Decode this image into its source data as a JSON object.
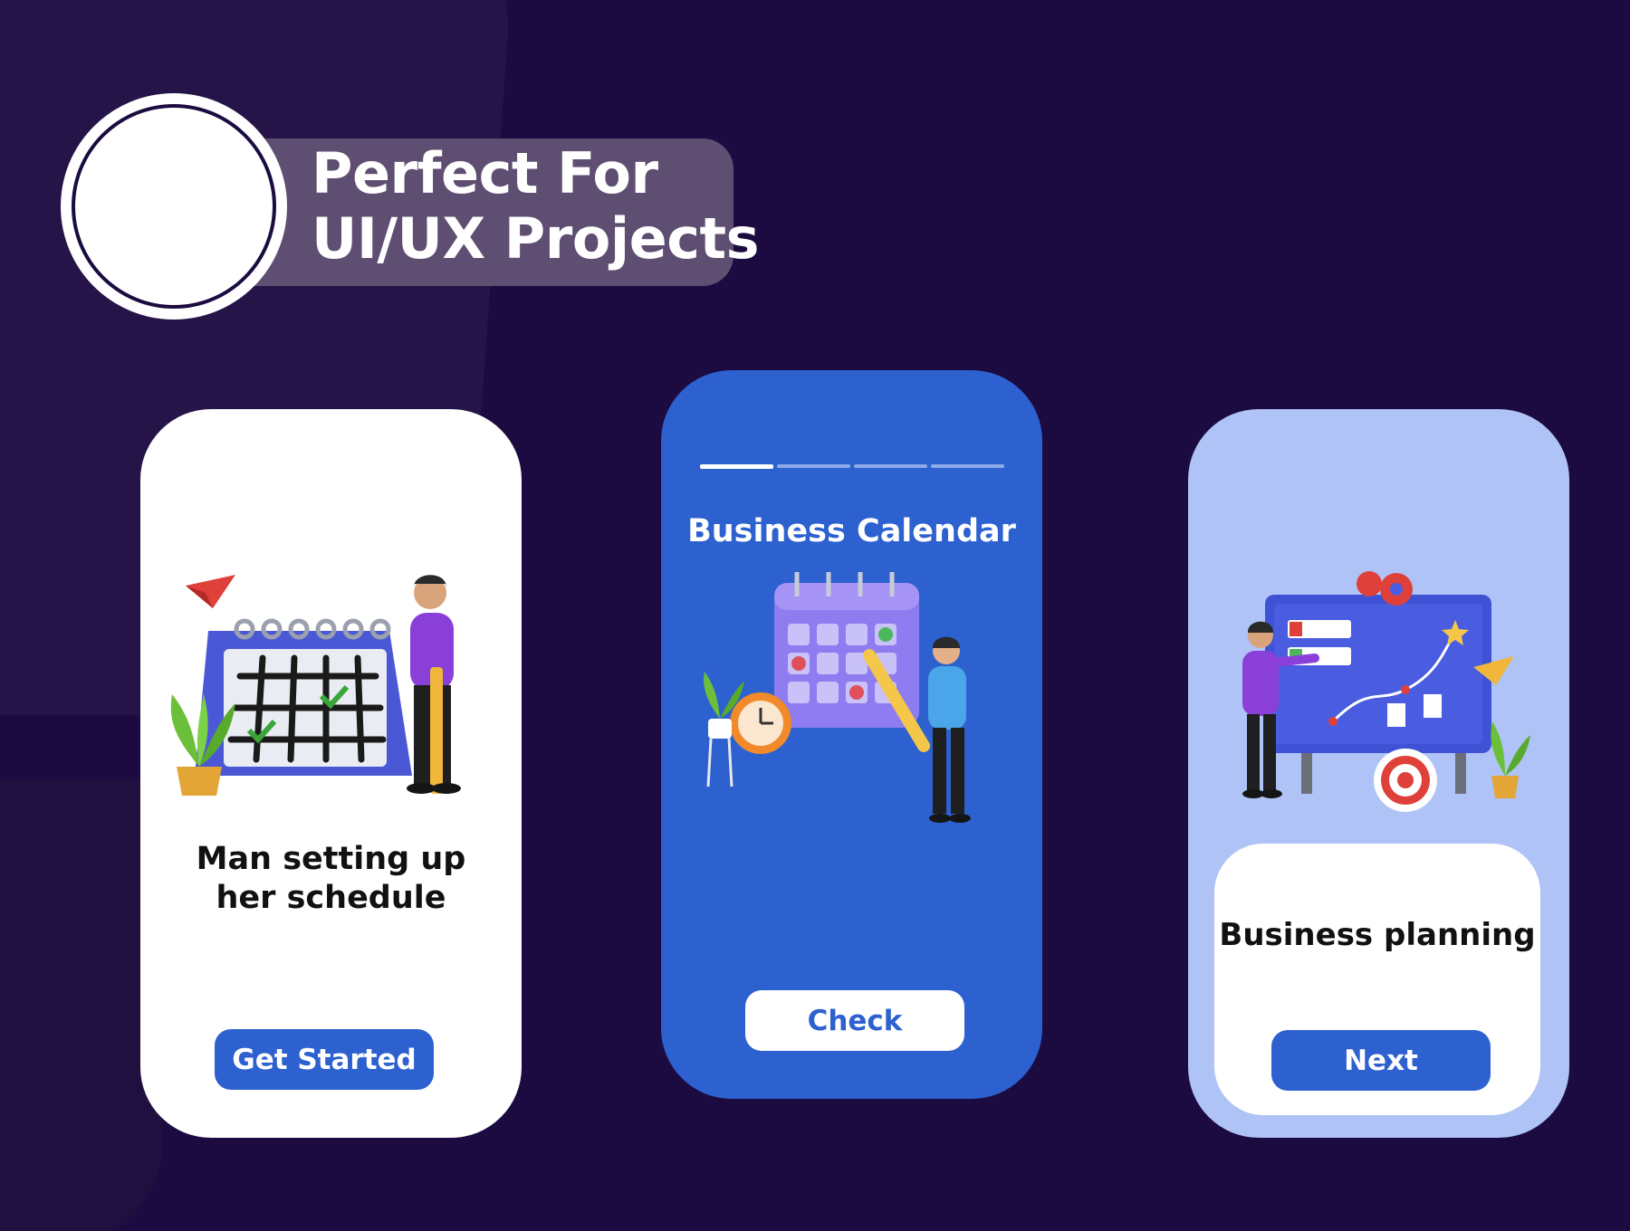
{
  "header": {
    "title_line1": "Perfect For",
    "title_line2": "UI/UX Projects"
  },
  "screens": [
    {
      "caption_line1": "Man setting up",
      "caption_line2": "her schedule",
      "button_label": "Get Started"
    },
    {
      "title": "Business Calendar",
      "button_label": "Check",
      "progress": {
        "total": 4,
        "current": 1
      }
    },
    {
      "caption": "Business planning",
      "button_label": "Next"
    }
  ],
  "colors": {
    "background": "#1b0b40",
    "accent": "#2d61cf",
    "light_blue": "#afc3f6",
    "pill": "#5e4e71"
  }
}
